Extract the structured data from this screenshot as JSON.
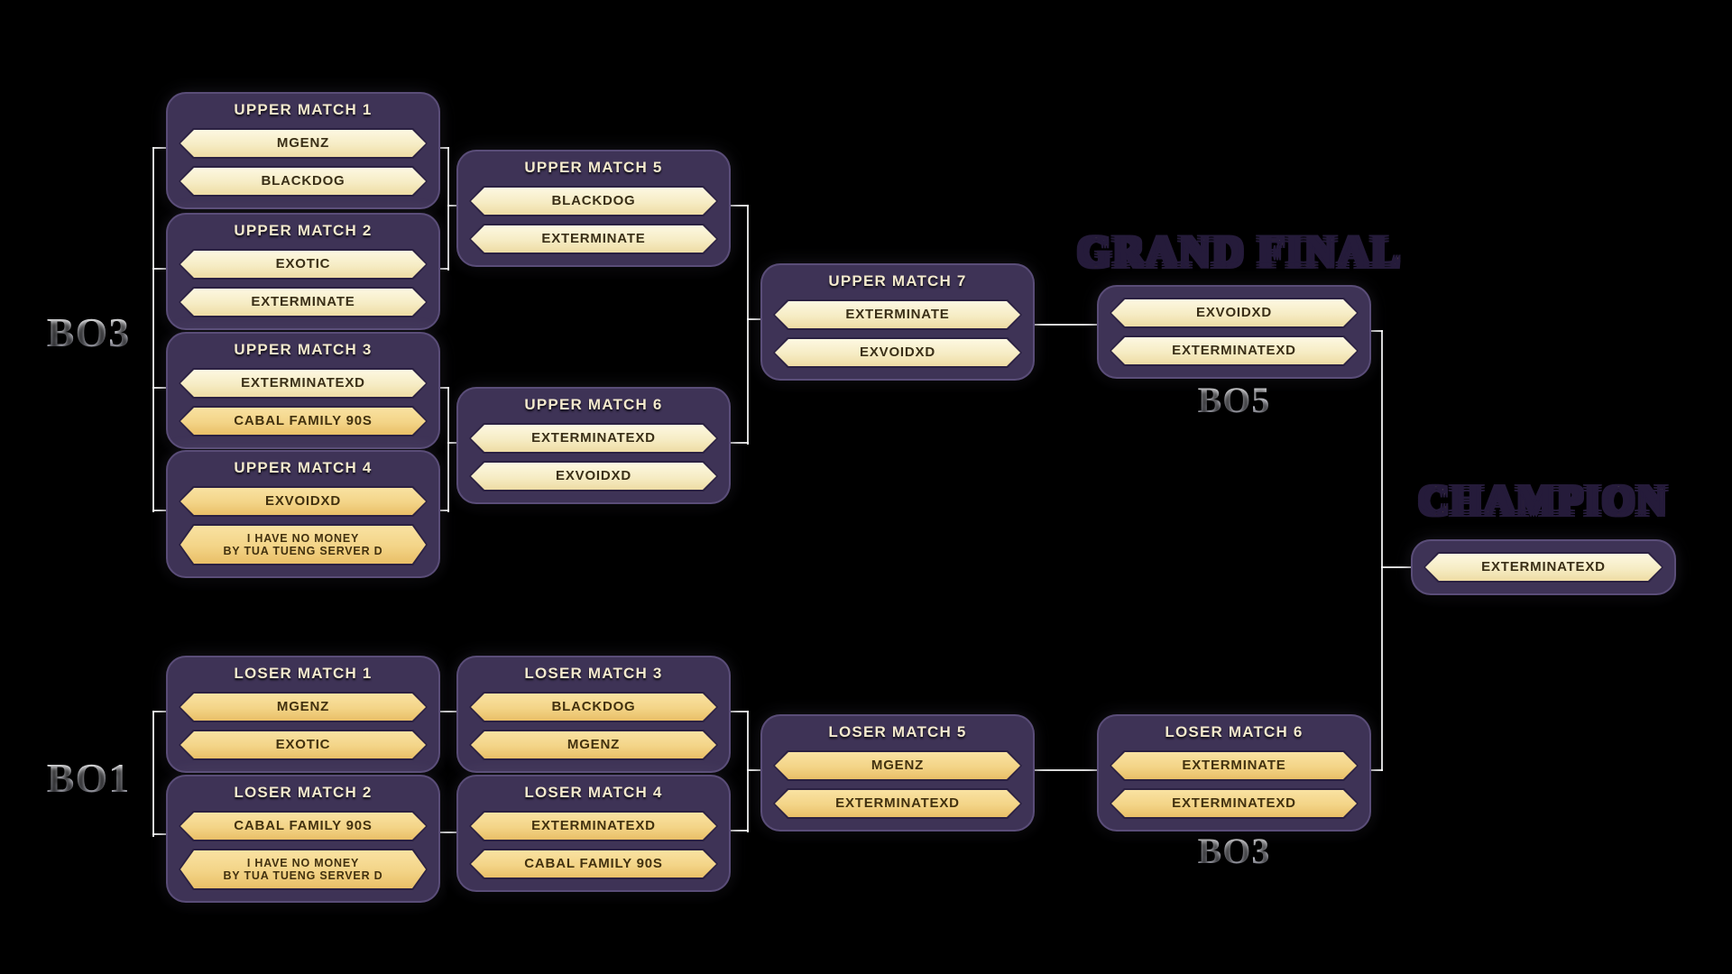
{
  "titles": {
    "grand_final": "GRAND FINAL",
    "champion": "CHAMPION"
  },
  "format_labels": {
    "upper": "BO3",
    "lower": "BO1",
    "grand_final": "BO5",
    "loser_final": "BO3"
  },
  "bracket": {
    "upper": [
      {
        "title": "UPPER MATCH 1",
        "players": [
          {
            "name": "MGENZ",
            "variant": "cream"
          },
          {
            "name": "BLACKDOG",
            "variant": "cream"
          }
        ]
      },
      {
        "title": "UPPER MATCH 2",
        "players": [
          {
            "name": "EXOTIC",
            "variant": "cream"
          },
          {
            "name": "EXTERMINATE",
            "variant": "cream"
          }
        ]
      },
      {
        "title": "UPPER MATCH 3",
        "players": [
          {
            "name": "EXTERMINATEXD",
            "variant": "cream"
          },
          {
            "name": "CABAL FAMILY 90S",
            "variant": "gold"
          }
        ]
      },
      {
        "title": "UPPER MATCH 4",
        "players": [
          {
            "name": "EXVOIDXD",
            "variant": "gold"
          },
          {
            "name": "I HAVE NO MONEY\nBY TUA TUENG SERVER D",
            "variant": "gold"
          }
        ]
      },
      {
        "title": "UPPER MATCH 5",
        "players": [
          {
            "name": "BLACKDOG",
            "variant": "cream"
          },
          {
            "name": "EXTERMINATE",
            "variant": "cream"
          }
        ]
      },
      {
        "title": "UPPER MATCH 6",
        "players": [
          {
            "name": "EXTERMINATEXD",
            "variant": "cream"
          },
          {
            "name": "EXVOIDXD",
            "variant": "cream"
          }
        ]
      },
      {
        "title": "UPPER MATCH 7",
        "players": [
          {
            "name": "EXTERMINATE",
            "variant": "cream"
          },
          {
            "name": "EXVOIDXD",
            "variant": "cream"
          }
        ]
      }
    ],
    "loser": [
      {
        "title": "LOSER MATCH 1",
        "players": [
          {
            "name": "MGENZ",
            "variant": "gold"
          },
          {
            "name": "EXOTIC",
            "variant": "gold"
          }
        ]
      },
      {
        "title": "LOSER MATCH 2",
        "players": [
          {
            "name": "CABAL FAMILY 90S",
            "variant": "gold"
          },
          {
            "name": "I HAVE NO MONEY\nBY TUA TUENG SERVER D",
            "variant": "gold"
          }
        ]
      },
      {
        "title": "LOSER MATCH 3",
        "players": [
          {
            "name": "BLACKDOG",
            "variant": "gold"
          },
          {
            "name": "MGENZ",
            "variant": "gold"
          }
        ]
      },
      {
        "title": "LOSER MATCH 4",
        "players": [
          {
            "name": "EXTERMINATEXD",
            "variant": "gold"
          },
          {
            "name": "CABAL FAMILY 90S",
            "variant": "gold"
          }
        ]
      },
      {
        "title": "LOSER MATCH 5",
        "players": [
          {
            "name": "MGENZ",
            "variant": "gold"
          },
          {
            "name": "EXTERMINATEXD",
            "variant": "gold"
          }
        ]
      },
      {
        "title": "LOSER MATCH 6",
        "players": [
          {
            "name": "EXTERMINATE",
            "variant": "gold"
          },
          {
            "name": "EXTERMINATEXD",
            "variant": "gold"
          }
        ]
      }
    ],
    "grand_final": {
      "players": [
        {
          "name": "EXVOIDXD",
          "variant": "cream"
        },
        {
          "name": "EXTERMINATEXD",
          "variant": "cream"
        }
      ]
    },
    "champion": {
      "player": {
        "name": "EXTERMINATEXD",
        "variant": "cream"
      }
    }
  },
  "colors": {
    "background": "#000000",
    "match_box": "#3e3356",
    "plate_cream": "#f8eecb",
    "plate_gold": "#f2d283",
    "title_gold": "#e8b64c",
    "line": "#ffffff"
  }
}
